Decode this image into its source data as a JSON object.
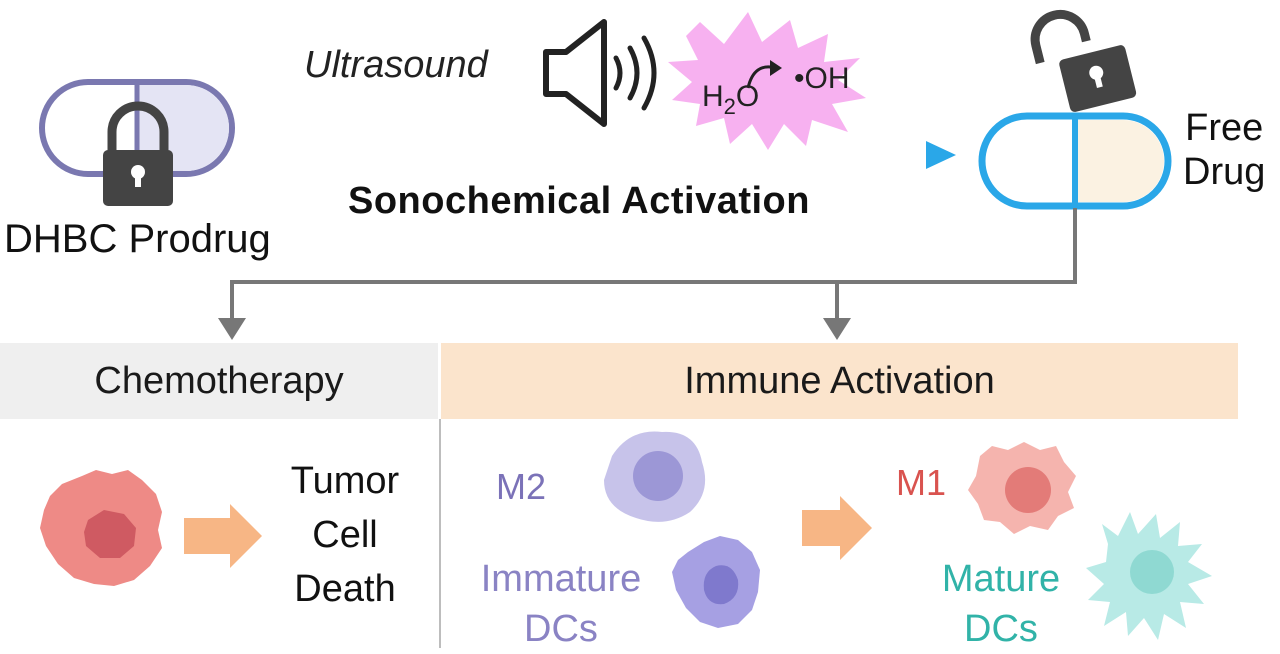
{
  "labels": {
    "ultrasound": "Ultrasound",
    "sonochemical": "Sonochemical Activation",
    "prodrug": "DHBC Prodrug",
    "free_drug_line1": "Free",
    "free_drug_line2": "Drug",
    "chemotherapy": "Chemotherapy",
    "immune_activation": "Immune Activation",
    "tumor_death": "Tumor Cell Death",
    "m2": "M2",
    "immature_dcs": "Immature DCs",
    "m1": "M1",
    "mature_dcs": "Mature DCs",
    "h2o": "H",
    "h2o_sub": "2",
    "h2o_o": "O",
    "oh": "•OH"
  },
  "colors": {
    "capsule_locked": "#7a78b0",
    "capsule_free": "#2aa7e8",
    "lock": "#444444",
    "arrow_gray": "#777777",
    "burst": "#f6a8ee",
    "tumor": "#ee8a86",
    "m2_cell": "#b8b4e3",
    "imm_dc": "#a29ce0",
    "m1_cell": "#f3a9a3",
    "mature_dc": "#a8e3df",
    "orange_arrow": "#f7b685"
  },
  "icons": [
    "lock-closed-icon",
    "lock-open-icon",
    "speaker-icon",
    "sound-waves-icon"
  ]
}
